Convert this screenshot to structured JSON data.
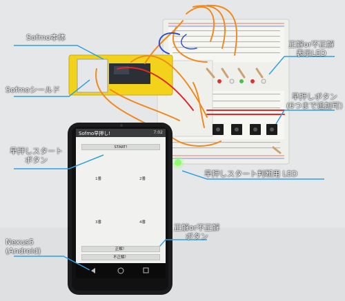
{
  "labels": {
    "sofmo_body": "Sofmo本体",
    "sofmo_shield": "Sofmoシールド",
    "answer_led_line1": "正解or不正解",
    "answer_led_line2": "表示LED",
    "buzzer_button_line1": "早押しボタン",
    "buzzer_button_line2": "(6つまで追加可)",
    "start_button_line1": "早押しスタート",
    "start_button_line2": "ボタン",
    "start_led": "早押しスタート判断用 LED",
    "answer_button_line1": "正解or不正解",
    "answer_button_line2": "ボタン",
    "device_line1": "Nexus5",
    "device_line2": "(Android)"
  },
  "app": {
    "title": "Sofmo早押し!",
    "time": "7:02",
    "start_button": "START!",
    "rank_1": "1番",
    "rank_2": "2番",
    "rank_3": "3番",
    "rank_4": "4番",
    "correct_button": "正解！",
    "incorrect_button": "不正解！"
  },
  "colors": {
    "callout_line": "#2f9fe0",
    "breadboard": "#f2f2ee",
    "arduino_board": "#f2d21a",
    "phone_body": "#1b1b1d",
    "wire_orange": "#f08a1e",
    "wire_red": "#e02828",
    "led_green": "#7dff5a"
  }
}
